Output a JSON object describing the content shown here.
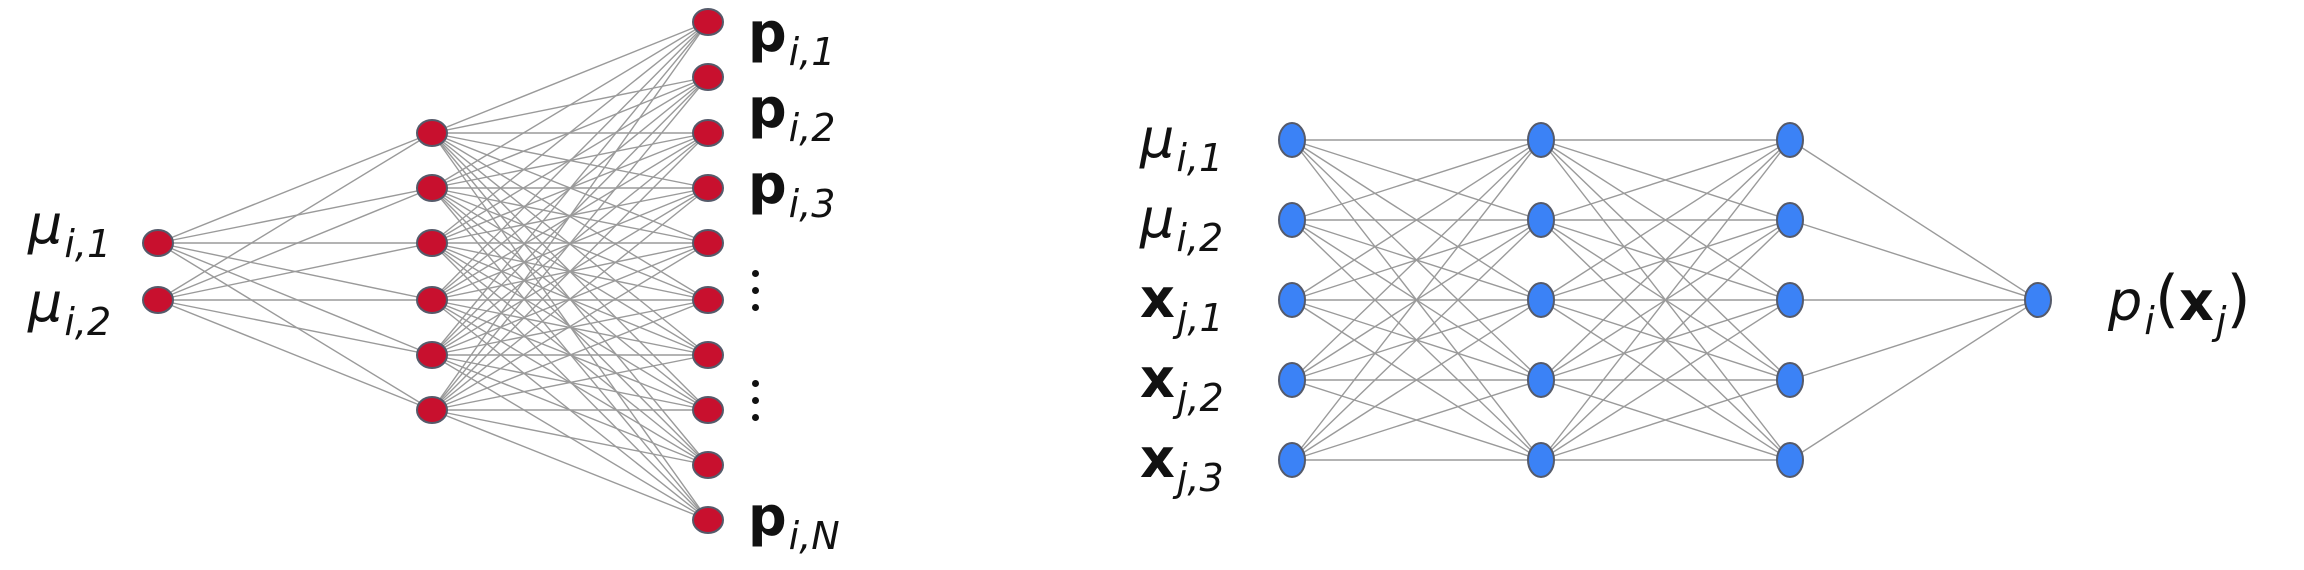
{
  "colors": {
    "left_node": "#c8102e",
    "right_node": "#3b82f6",
    "node_stroke": "#555a6a",
    "edge": "#9a9a9a",
    "text": "#111111"
  },
  "left_network": {
    "input_labels": [
      {
        "sym": "μ",
        "sub": "i,1"
      },
      {
        "sym": "μ",
        "sub": "i,2"
      }
    ],
    "output_labels": [
      {
        "sym": "p",
        "sub": "i,1"
      },
      {
        "sym": "p",
        "sub": "i,2"
      },
      {
        "sym": "p",
        "sub": "i,3"
      },
      {
        "sym": "p",
        "sub": "i,N"
      }
    ],
    "layer_sizes": [
      2,
      6,
      10
    ]
  },
  "right_network": {
    "input_labels": [
      {
        "sym": "μ",
        "sub": "i,1"
      },
      {
        "sym": "μ",
        "sub": "i,2"
      },
      {
        "sym": "x",
        "sub": "j,1"
      },
      {
        "sym": "x",
        "sub": "j,2"
      },
      {
        "sym": "x",
        "sub": "j,3"
      }
    ],
    "output_label": {
      "func": "p",
      "func_sub": "i",
      "arg": "x",
      "arg_sub": "j"
    },
    "layer_sizes": [
      5,
      5,
      5,
      1
    ]
  }
}
